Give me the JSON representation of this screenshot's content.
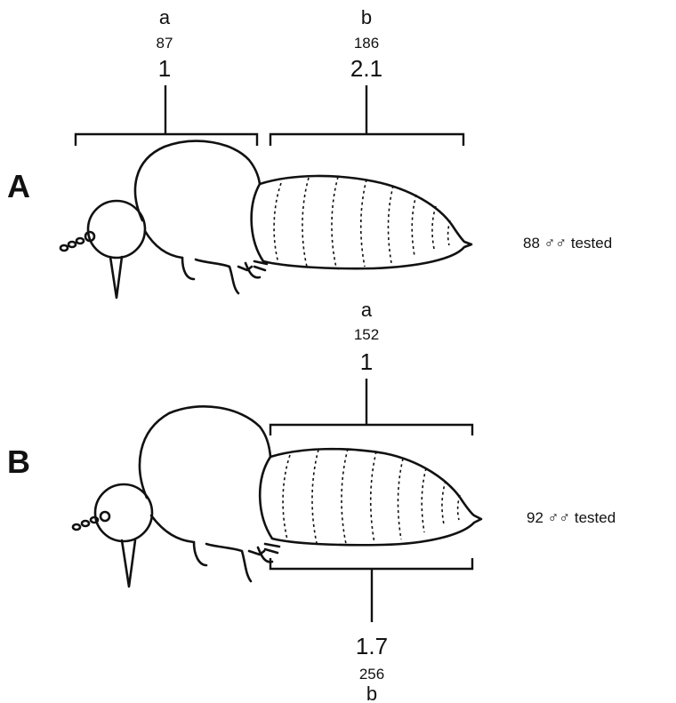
{
  "panels": [
    {
      "id": "A",
      "label": "A",
      "tested_text": "88 ♂♂ tested",
      "head_side": {
        "letter": "a",
        "count": "87",
        "ratio": "1"
      },
      "abdomen_side": {
        "letter": "b",
        "count": "186",
        "ratio": "2.1"
      }
    },
    {
      "id": "B",
      "label": "B",
      "tested_text": "92 ♂♂ tested",
      "abdomen_top": {
        "letter": "a",
        "count": "152",
        "ratio": "1"
      },
      "abdomen_bottom": {
        "ratio": "1.7",
        "count": "256",
        "letter": "b"
      }
    }
  ],
  "colors": {
    "ink": "#111111",
    "background": "#ffffff"
  },
  "icons": [
    "insect-drawing-icon",
    "male-symbol-icon"
  ]
}
